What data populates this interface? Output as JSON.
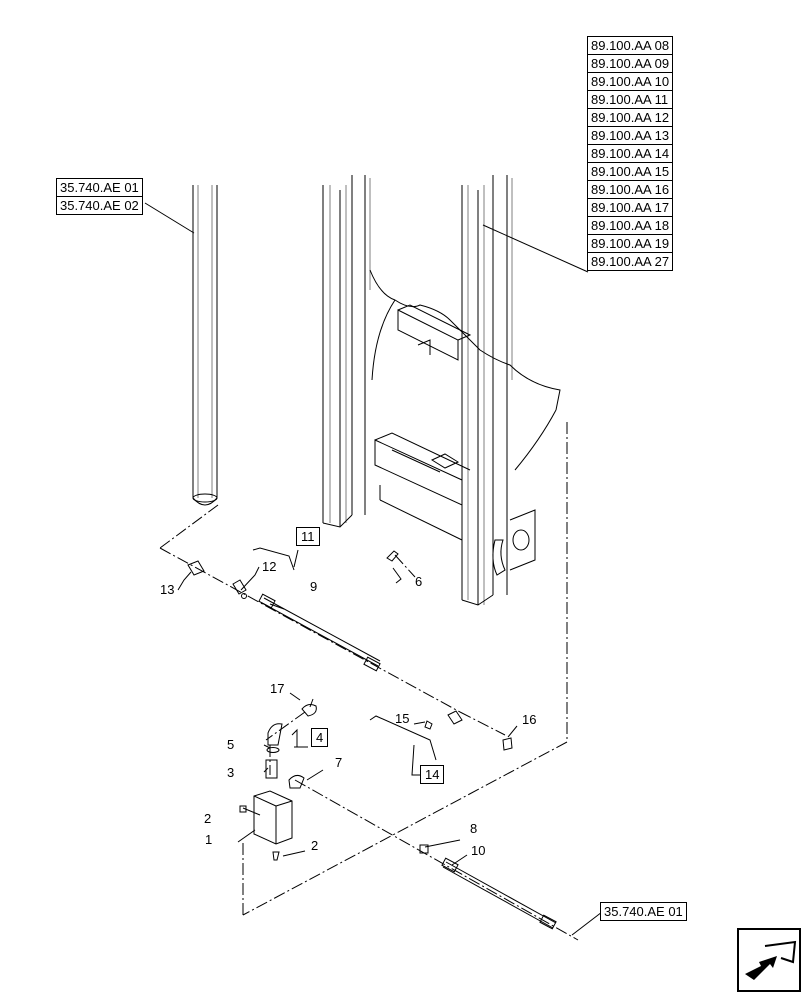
{
  "references": {
    "top_right": [
      "89.100.AA 08",
      "89.100.AA 09",
      "89.100.AA 10",
      "89.100.AA 11",
      "89.100.AA 12",
      "89.100.AA 13",
      "89.100.AA 14",
      "89.100.AA 15",
      "89.100.AA 16",
      "89.100.AA 17",
      "89.100.AA 18",
      "89.100.AA 19",
      "89.100.AA 27"
    ],
    "top_left": [
      "35.740.AE 01",
      "35.740.AE 02"
    ],
    "bottom_right": "35.740.AE 01"
  },
  "boxed_items": {
    "item_11": "11",
    "item_4": "4",
    "item_14": "14"
  },
  "callouts": {
    "c1": "1",
    "c2a": "2",
    "c2b": "2",
    "c3": "3",
    "c5": "5",
    "c6": "6",
    "c7": "7",
    "c8": "8",
    "c9": "9",
    "c10": "10",
    "c12": "12",
    "c13": "13",
    "c15": "15",
    "c16": "16",
    "c17": "17"
  },
  "icons": {
    "nav": "next-page-arrow-icon"
  }
}
